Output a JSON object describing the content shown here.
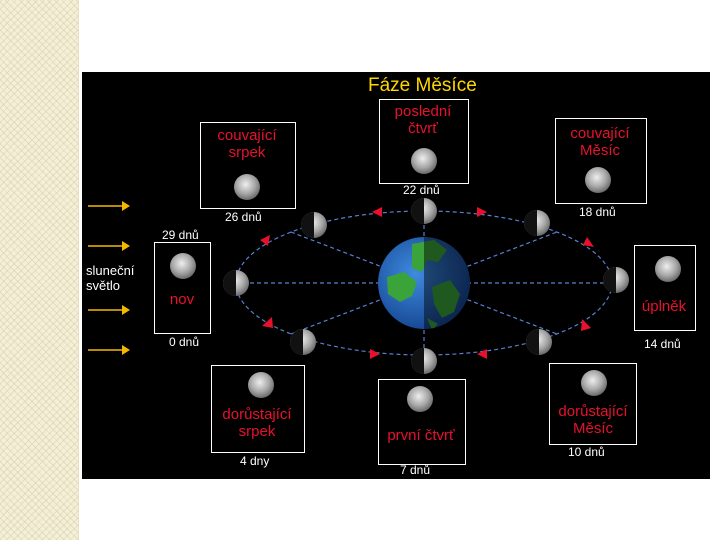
{
  "title": "Fáze Měsíce",
  "sunlight_label": "sluneční světlo",
  "phases": {
    "new": {
      "name": "nov",
      "day_label": "0 dnů",
      "alt_day_label": "29 dnů"
    },
    "waxing_crescent": {
      "name": "dorůstající srpek",
      "day_label": "4 dny"
    },
    "first_quarter": {
      "name": "první čtvrť",
      "day_label": "7 dnů"
    },
    "waxing_gibbous": {
      "name": "dorůstající Měsíc",
      "day_label": "10 dnů"
    },
    "full": {
      "name": "úplněk",
      "day_label": "14 dnů"
    },
    "waning_gibbous": {
      "name": "couvající Měsíc",
      "day_label": "18 dnů"
    },
    "last_quarter": {
      "name": "poslední čtvrť",
      "day_label": "22 dnů"
    },
    "waning_crescent": {
      "name": "couvající srpek",
      "day_label": "26 dnů"
    }
  },
  "colors": {
    "panel_background": "#000000",
    "title": "#ffd700",
    "phase_label": "#e8112d",
    "orbit": "#5a7fd0",
    "orbit_arrow": "#e8112d",
    "sun_arrow": "#f5b800"
  }
}
